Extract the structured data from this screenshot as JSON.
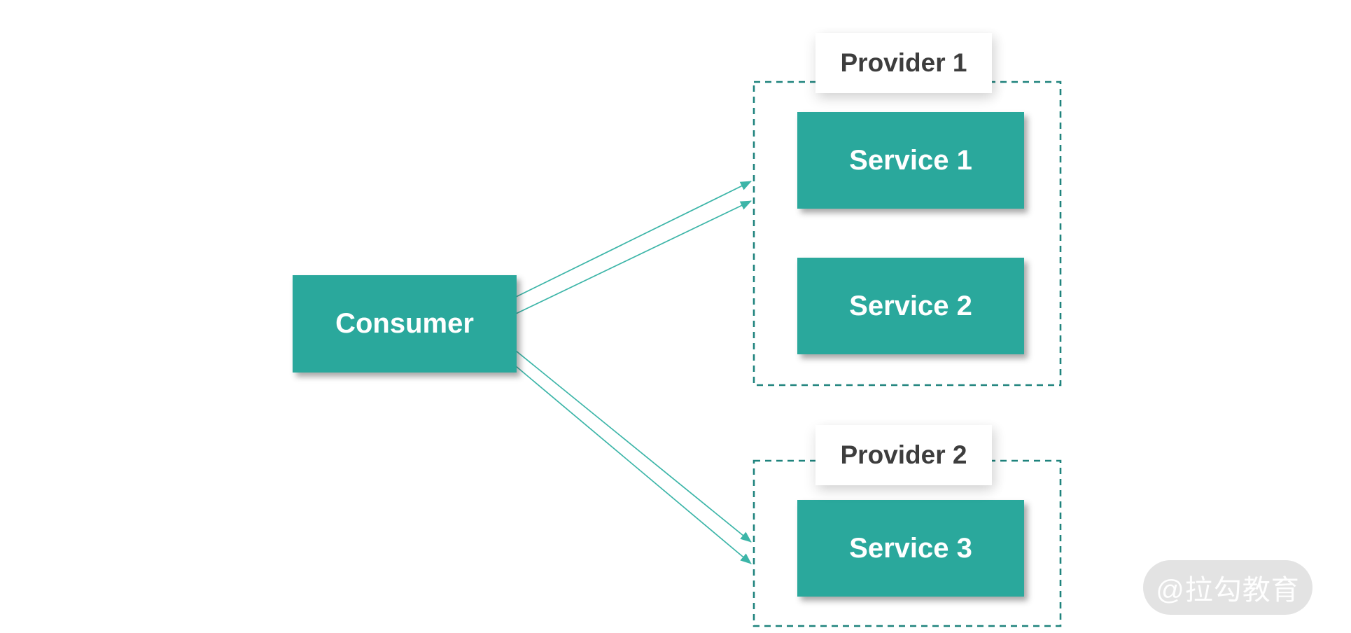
{
  "diagram": {
    "consumer": {
      "label": "Consumer"
    },
    "providers": [
      {
        "label": "Provider 1",
        "services": [
          {
            "label": "Service 1"
          },
          {
            "label": "Service 2"
          }
        ]
      },
      {
        "label": "Provider 2",
        "services": [
          {
            "label": "Service 3"
          }
        ]
      }
    ],
    "connections": [
      {
        "from": "Consumer",
        "to": "Provider 1"
      },
      {
        "from": "Consumer",
        "to": "Provider 1"
      },
      {
        "from": "Consumer",
        "to": "Provider 2"
      },
      {
        "from": "Consumer",
        "to": "Provider 2"
      }
    ],
    "colors": {
      "node_fill": "#2aa89c",
      "node_text": "#ffffff",
      "arrow": "#3cb5a8",
      "dashed_border": "#1f837d",
      "provider_label_text": "#3d3d3d",
      "watermark_bg": "#e3e3e3",
      "watermark_text": "#ffffff"
    },
    "watermark": {
      "text": "@拉勾教育"
    }
  }
}
